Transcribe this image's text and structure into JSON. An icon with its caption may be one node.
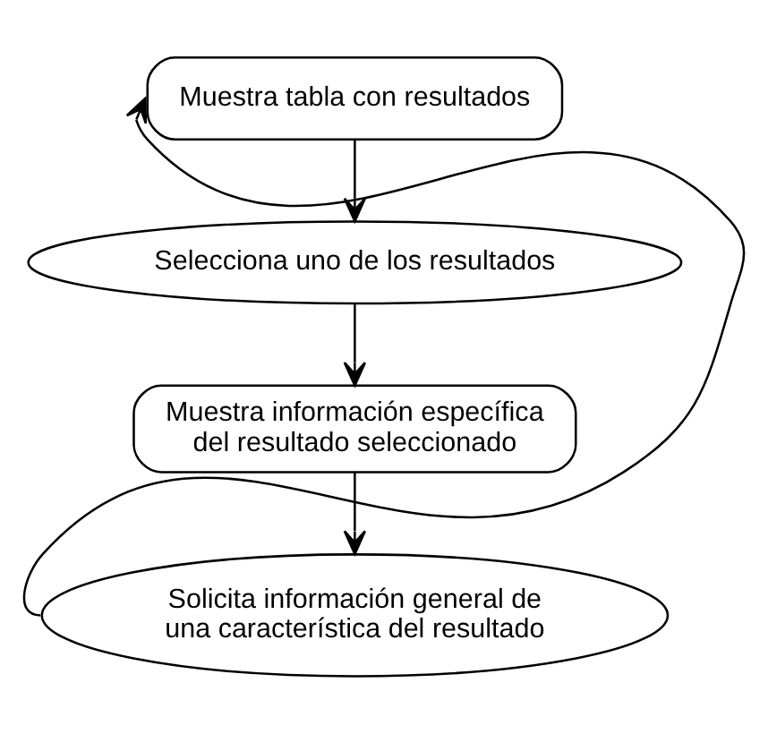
{
  "diagram": {
    "nodes": [
      {
        "text": [
          "Muestra tabla con resultados"
        ]
      },
      {
        "text": [
          "Selecciona uno de los resultados"
        ]
      },
      {
        "text": [
          "Muestra información específica del resultado seleccionado"
        ]
      },
      {
        "text": [
          "Solicita información general de una característica del resultado"
        ]
      }
    ],
    "edges": [
      {
        "from": 0,
        "to": 1,
        "arrow": "to"
      },
      {
        "from": 1,
        "to": 2,
        "arrow": "to"
      },
      {
        "from": 2,
        "to": 3,
        "arrow": "to"
      },
      {
        "from": 3,
        "to": 0,
        "arrow": "to"
      }
    ]
  }
}
